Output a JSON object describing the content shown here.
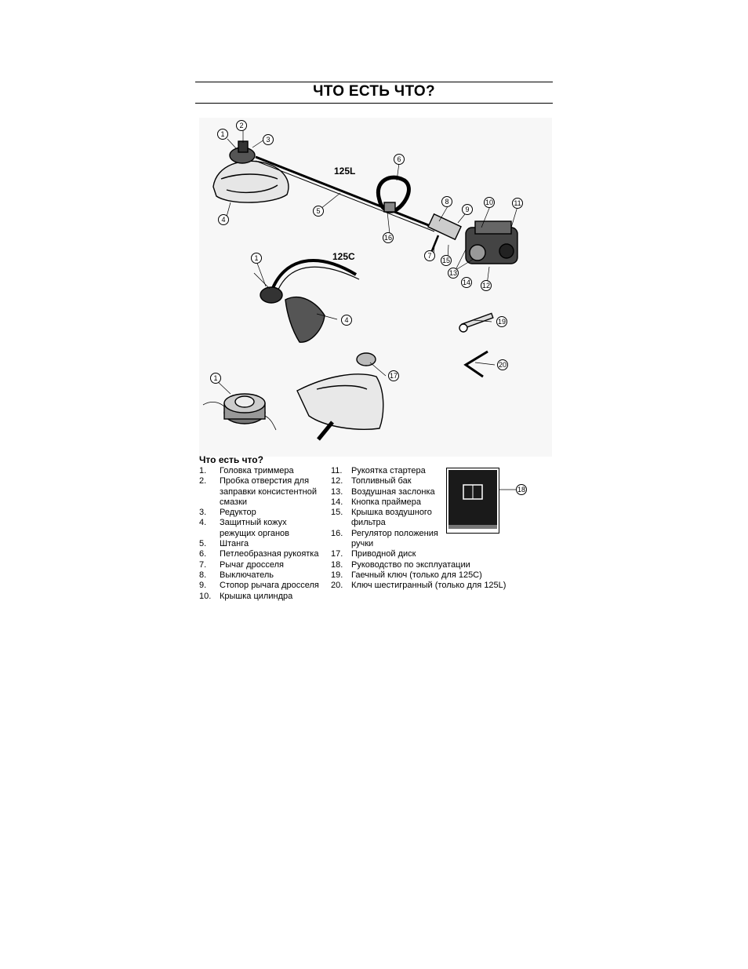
{
  "title": "ЧТО ЕСТЬ ЧТО?",
  "figure": {
    "model_labels": [
      "125L",
      "125C"
    ],
    "callouts": [
      "1",
      "2",
      "3",
      "4",
      "5",
      "6",
      "7",
      "8",
      "9",
      "10",
      "11",
      "12",
      "13",
      "14",
      "15",
      "16",
      "17",
      "18",
      "19",
      "20"
    ]
  },
  "legend": {
    "title": "Что есть что?",
    "col1": [
      {
        "num": "1.",
        "text": "Головка триммера"
      },
      {
        "num": "2.",
        "text": "Пробка отверстия для"
      },
      {
        "num": "",
        "text": "заправки консистентной"
      },
      {
        "num": "",
        "text": "смазки"
      },
      {
        "num": "3.",
        "text": "Редуктор"
      },
      {
        "num": "4.",
        "text": "Защитный кожух"
      },
      {
        "num": "",
        "text": "режущих органов"
      },
      {
        "num": "5.",
        "text": "Штанга"
      },
      {
        "num": "6.",
        "text": "Петлеобразная рукоятка"
      },
      {
        "num": "7.",
        "text": "Рычаг дросселя"
      },
      {
        "num": "8.",
        "text": "Выключатель"
      },
      {
        "num": "9.",
        "text": "Стопор рычага дросселя"
      },
      {
        "num": "10.",
        "text": "Крышка цилиндра"
      }
    ],
    "col2": [
      {
        "num": "11.",
        "text": "Рукоятка стартера"
      },
      {
        "num": "12.",
        "text": "Топливный бак"
      },
      {
        "num": "13.",
        "text": "Воздушная заслонка"
      },
      {
        "num": "14.",
        "text": "Кнопка праймера"
      },
      {
        "num": "15.",
        "text": "Крышка воздушного"
      },
      {
        "num": "",
        "text": "фильтра"
      },
      {
        "num": "16.",
        "text": "Регулятор положения"
      },
      {
        "num": "",
        "text": "ручки"
      },
      {
        "num": "17.",
        "text": "Приводной диск"
      },
      {
        "num": "18.",
        "text": "Руководство по эксплуатации"
      },
      {
        "num": "19.",
        "text": "Гаечный ключ (только для 125C)"
      },
      {
        "num": "20.",
        "text": "Ключ шестигранный (только для 125L)"
      }
    ]
  }
}
